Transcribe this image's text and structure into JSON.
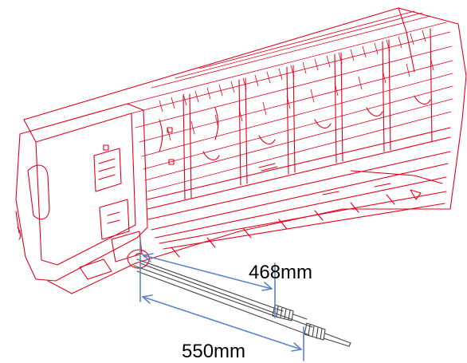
{
  "diagram": {
    "dimensions": [
      {
        "id": "short",
        "label": "468mm"
      },
      {
        "id": "long",
        "label": "550mm"
      }
    ]
  },
  "colors": {
    "unit_lines": "#e3001b",
    "dimension_lines": "#5b84c4",
    "pipes": "#444444",
    "text": "#000000",
    "background": "#ffffff"
  }
}
